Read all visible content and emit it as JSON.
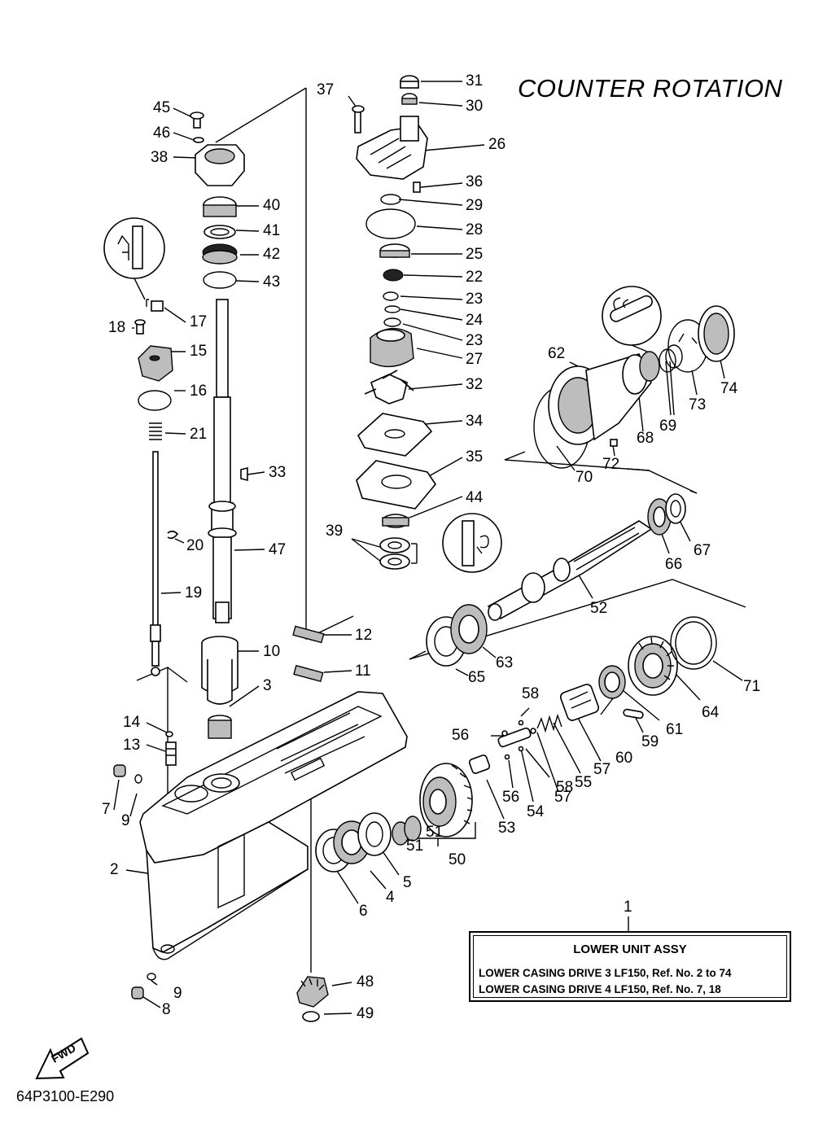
{
  "diagram": {
    "title": "COUNTER  ROTATION",
    "code": "64P3100-E290",
    "fwd_label": "FWD",
    "info_box": {
      "ref_number": "1",
      "title": "LOWER  UNIT ASSY",
      "line1": "LOWER CASING DRIVE 3 LF150,  Ref. No. 2 to 74",
      "line2": "LOWER CASING DRIVE 4 LF150,  Ref. No. 7, 18"
    },
    "callouts": [
      {
        "id": "31",
        "text": "31"
      },
      {
        "id": "30",
        "text": "30"
      },
      {
        "id": "37",
        "text": "37"
      },
      {
        "id": "26",
        "text": "26"
      },
      {
        "id": "36",
        "text": "36"
      },
      {
        "id": "29",
        "text": "29"
      },
      {
        "id": "28",
        "text": "28"
      },
      {
        "id": "25",
        "text": "25"
      },
      {
        "id": "22",
        "text": "22"
      },
      {
        "id": "23a",
        "text": "23"
      },
      {
        "id": "24",
        "text": "24"
      },
      {
        "id": "23b",
        "text": "23"
      },
      {
        "id": "27",
        "text": "27"
      },
      {
        "id": "32",
        "text": "32"
      },
      {
        "id": "34",
        "text": "34"
      },
      {
        "id": "35",
        "text": "35"
      },
      {
        "id": "44",
        "text": "44"
      },
      {
        "id": "39",
        "text": "39"
      },
      {
        "id": "45",
        "text": "45"
      },
      {
        "id": "46",
        "text": "46"
      },
      {
        "id": "38",
        "text": "38"
      },
      {
        "id": "40",
        "text": "40"
      },
      {
        "id": "41",
        "text": "41"
      },
      {
        "id": "42",
        "text": "42"
      },
      {
        "id": "43",
        "text": "43"
      },
      {
        "id": "17",
        "text": "17"
      },
      {
        "id": "18",
        "text": "18"
      },
      {
        "id": "15",
        "text": "15"
      },
      {
        "id": "16",
        "text": "16"
      },
      {
        "id": "21",
        "text": "21"
      },
      {
        "id": "33",
        "text": "33"
      },
      {
        "id": "20",
        "text": "20"
      },
      {
        "id": "47",
        "text": "47"
      },
      {
        "id": "19",
        "text": "19"
      },
      {
        "id": "12",
        "text": "12"
      },
      {
        "id": "10",
        "text": "10"
      },
      {
        "id": "11",
        "text": "11"
      },
      {
        "id": "3",
        "text": "3"
      },
      {
        "id": "14",
        "text": "14"
      },
      {
        "id": "13",
        "text": "13"
      },
      {
        "id": "7",
        "text": "7"
      },
      {
        "id": "9a",
        "text": "9"
      },
      {
        "id": "2",
        "text": "2"
      },
      {
        "id": "9b",
        "text": "9"
      },
      {
        "id": "8",
        "text": "8"
      },
      {
        "id": "48",
        "text": "48"
      },
      {
        "id": "49",
        "text": "49"
      },
      {
        "id": "6",
        "text": "6"
      },
      {
        "id": "4",
        "text": "4"
      },
      {
        "id": "5",
        "text": "5"
      },
      {
        "id": "51a",
        "text": "51"
      },
      {
        "id": "51b",
        "text": "51"
      },
      {
        "id": "50",
        "text": "50"
      },
      {
        "id": "53",
        "text": "53"
      },
      {
        "id": "54",
        "text": "54"
      },
      {
        "id": "56a",
        "text": "56"
      },
      {
        "id": "56b",
        "text": "56"
      },
      {
        "id": "58a",
        "text": "58"
      },
      {
        "id": "58b",
        "text": "58"
      },
      {
        "id": "57a",
        "text": "57"
      },
      {
        "id": "57b",
        "text": "57"
      },
      {
        "id": "55",
        "text": "55"
      },
      {
        "id": "60",
        "text": "60"
      },
      {
        "id": "59",
        "text": "59"
      },
      {
        "id": "61",
        "text": "61"
      },
      {
        "id": "64",
        "text": "64"
      },
      {
        "id": "71",
        "text": "71"
      },
      {
        "id": "65",
        "text": "65"
      },
      {
        "id": "63",
        "text": "63"
      },
      {
        "id": "52",
        "text": "52"
      },
      {
        "id": "66",
        "text": "66"
      },
      {
        "id": "67",
        "text": "67"
      },
      {
        "id": "62",
        "text": "62"
      },
      {
        "id": "70",
        "text": "70"
      },
      {
        "id": "72",
        "text": "72"
      },
      {
        "id": "68",
        "text": "68"
      },
      {
        "id": "69",
        "text": "69"
      },
      {
        "id": "73",
        "text": "73"
      },
      {
        "id": "74",
        "text": "74"
      }
    ]
  }
}
